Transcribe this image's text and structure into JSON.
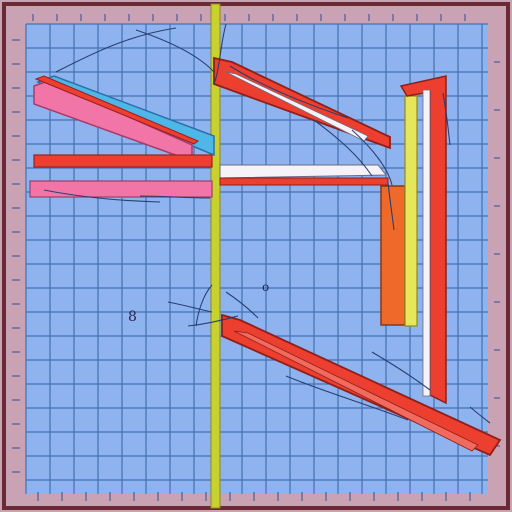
{
  "image": {
    "kind": "sketch-on-grid",
    "colors": {
      "page_bg": "#c9a3b3",
      "border_dark": "#6a2a35",
      "grid_bg": "#8fb3ee",
      "grid_line": "#3f6fb2",
      "axis_yellow": "#c9d12e",
      "red": "#ec3f2f",
      "pink": "#f176a7",
      "cyan": "#4db7e8",
      "white": "#f6f3f8",
      "orange": "#ef6a2a",
      "yellow_strip": "#e6e65a",
      "sketch": "#243a6f"
    },
    "labels": {
      "left_mark": "8",
      "center_mark": "o"
    },
    "icons": [
      "grid-paper-icon",
      "sketch-lines-icon"
    ]
  }
}
